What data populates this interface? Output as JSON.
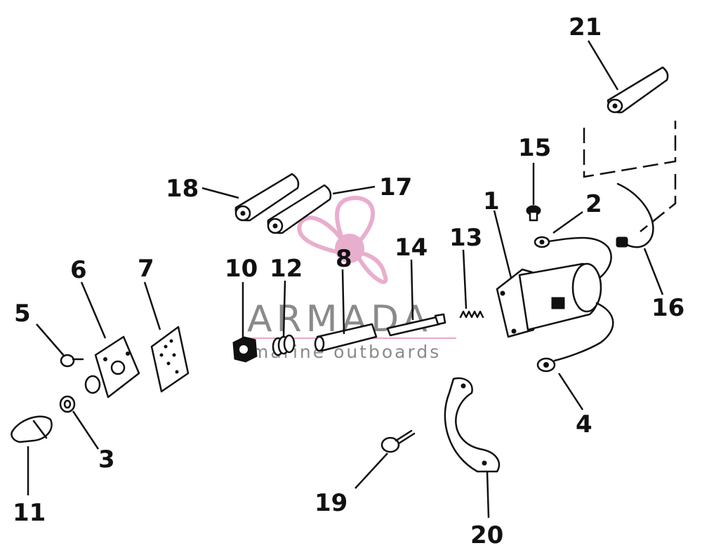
{
  "diagram": {
    "part_numbers": [
      "1",
      "2",
      "3",
      "4",
      "5",
      "6",
      "7",
      "8",
      "10",
      "11",
      "12",
      "13",
      "14",
      "15",
      "16",
      "17",
      "18",
      "19",
      "20",
      "21"
    ]
  },
  "watermark": {
    "brand": "ARMADA",
    "tagline": "marine outboards",
    "colors": {
      "propeller": "#e6a6c8",
      "text": "#8a8a8a"
    }
  }
}
